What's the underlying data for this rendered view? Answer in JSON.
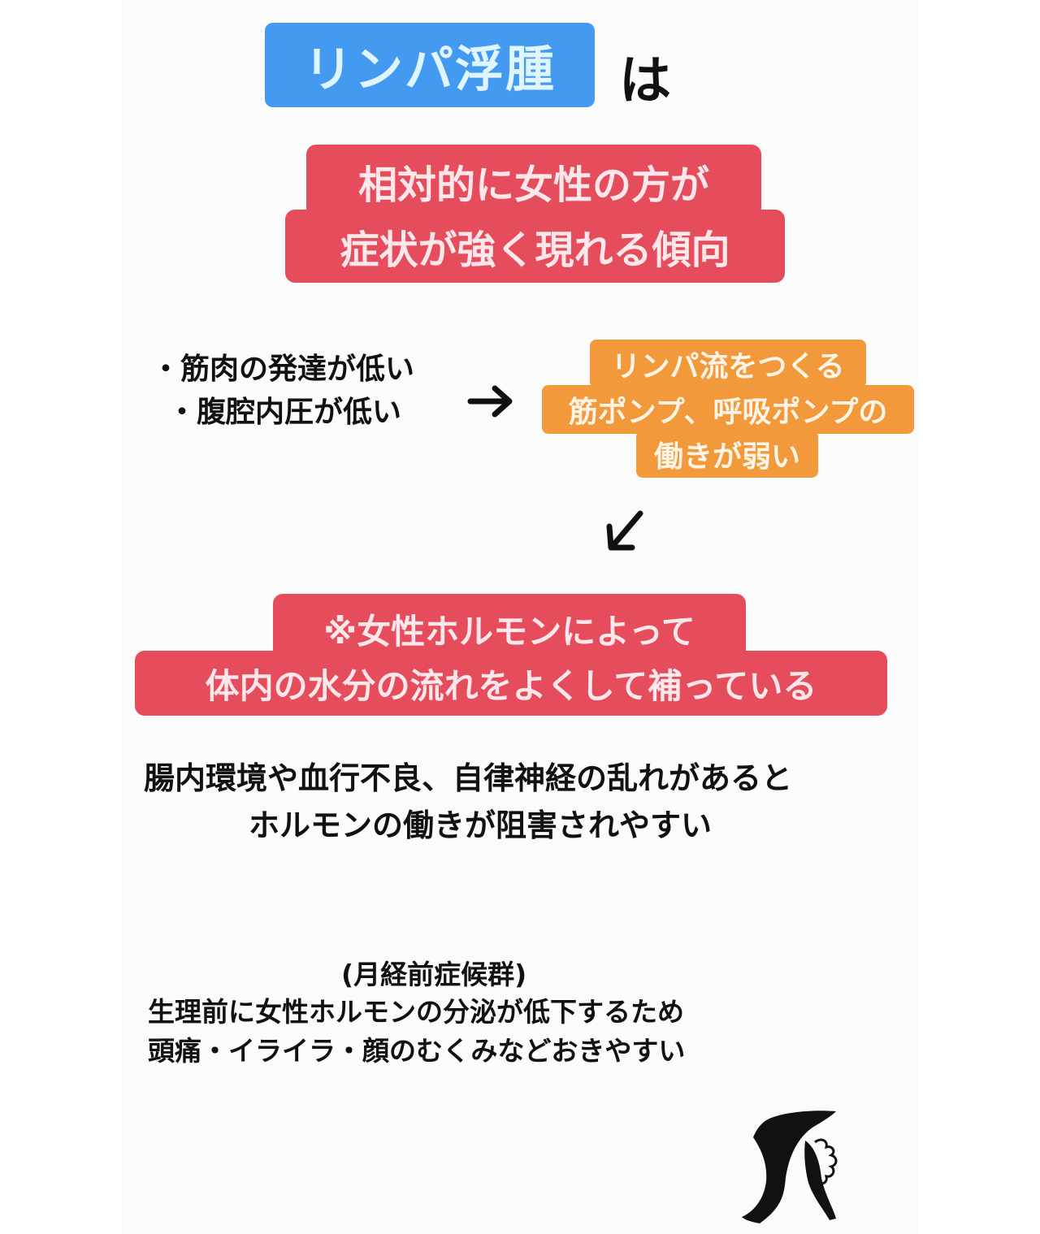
{
  "title": {
    "highlight": "リンパ浮腫",
    "suffix": "は"
  },
  "headline": {
    "line1": "相対的に女性の方が",
    "line2": "症状が強く現れる傾向"
  },
  "causes": {
    "item1": "・筋肉の発達が低い",
    "item2": "・腹腔内圧が低い"
  },
  "arrow_right": "→",
  "result": {
    "line1": "リンパ流をつくる",
    "line2": "筋ポンプ、呼吸ポンプの",
    "line3": "働きが弱い"
  },
  "arrow_down_left": "↙",
  "hormone": {
    "line1": "※女性ホルモンによって",
    "line2": "体内の水分の流れをよくして補っている"
  },
  "inhibit": {
    "line1": "腸内環境や血行不良、自律神経の乱れがあると",
    "line2": "ホルモンの働きが阻害されやすい"
  },
  "pms": {
    "heading": "(月経前症候群)",
    "line1": "生理前に女性ホルモンの分泌が低下するため",
    "line2": "頭痛・イライラ・顔のむくみなどおきやすい"
  },
  "colors": {
    "blue": "#4499f0",
    "red": "#e54d5c",
    "orange": "#f29a3b"
  },
  "icons": {
    "logo": "legs-logo-icon"
  }
}
